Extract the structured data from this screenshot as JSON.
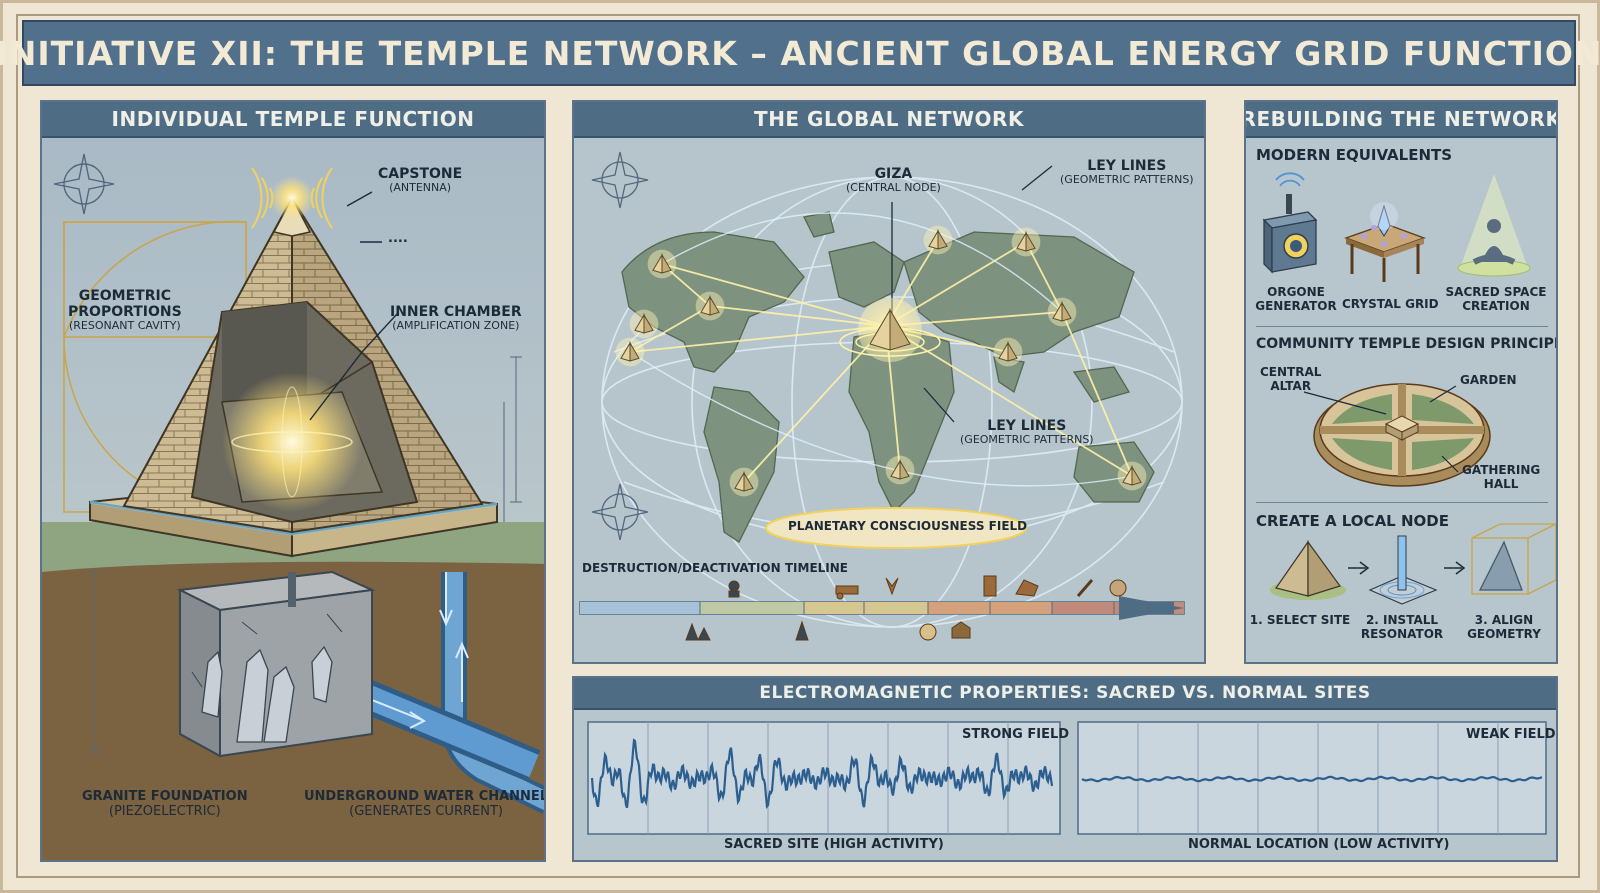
{
  "title": "INITIATIVE XII: THE TEMPLE NETWORK – ANCIENT GLOBAL ENERGY GRID FUNCTION",
  "colors": {
    "navy": "#4f6c85",
    "parchment": "#efe6d4",
    "stone": "#cdbb94",
    "glow": "#ffe28a",
    "soil": "#7b6240",
    "granite": "#9ea3a8",
    "water": "#4b95d8"
  },
  "temple_panel": {
    "heading": "INDIVIDUAL TEMPLE FUNCTION",
    "capstone": {
      "title": "CAPSTONE",
      "sub": "(ANTENNA)"
    },
    "geometric": {
      "line1": "GEOMETRIC",
      "line2": "PROPORTIONS",
      "sub": "(RESONANT CAVITY)"
    },
    "chamber": {
      "title": "INNER CHAMBER",
      "sub": "(AMPLIFICATION ZONE)"
    },
    "ellipsis": "....",
    "granite": {
      "title": "GRANITE FOUNDATION",
      "sub": "(PIEZOELECTRIC)"
    },
    "water": {
      "title": "UNDERGROUND WATER CHANNEL",
      "sub": "(GENERATES CURRENT)"
    },
    "icons": [
      "compass-rose-icon",
      "golden-spiral-icon",
      "pyramid-icon",
      "crystal-icon",
      "water-arrow-icon"
    ]
  },
  "network_panel": {
    "heading": "THE GLOBAL NETWORK",
    "giza": {
      "title": "GIZA",
      "sub": "(CENTRAL NODE)"
    },
    "ley_top": {
      "title": "LEY LINES",
      "sub": "(GEOMETRIC PATTERNS)"
    },
    "ley_mid": {
      "title": "LEY LINES",
      "sub": "(GEOMETRIC PATTERNS)"
    },
    "field": "PLANETARY CONSCIOUSNESS FIELD",
    "timeline_title": "DESTRUCTION/DEACTIVATION TIMELINE",
    "timeline_icons": [
      "ruin-icon",
      "figure-icon",
      "cart-icon",
      "fire-icon",
      "tower-icon",
      "chariot-icon",
      "guitar-icon",
      "skull-icon",
      "temple-ruin-icon",
      "idol-icon",
      "clock-icon",
      "bank-icon"
    ]
  },
  "rebuild_panel": {
    "heading": "REBUILDING THE NETWORK",
    "modern_title": "MODERN EQUIVALENTS",
    "modern_items": [
      {
        "line1": "ORGONE",
        "line2": "GENERATOR"
      },
      {
        "line1": "CRYSTAL GRID",
        "line2": ""
      },
      {
        "line1": "SACRED SPACE",
        "line2": "CREATION"
      }
    ],
    "design_title": "COMMUNITY TEMPLE DESIGN PRINCIPLES",
    "altar": {
      "line1": "CENTRAL",
      "line2": "ALTAR"
    },
    "garden": "GARDEN",
    "hall": {
      "line1": "GATHERING",
      "line2": "HALL"
    },
    "node_title": "CREATE A LOCAL NODE",
    "steps": [
      {
        "line1": "1. SELECT SITE",
        "line2": ""
      },
      {
        "line1": "2. INSTALL",
        "line2": "RESONATOR"
      },
      {
        "line1": "3. ALIGN",
        "line2": "GEOMETRY"
      }
    ]
  },
  "em_panel": {
    "heading": "ELECTROMAGNETIC PROPERTIES: SACRED VS. NORMAL SITES",
    "strong": "STRONG FIELD",
    "weak": "WEAK FIELD",
    "sacred": "SACRED SITE (HIGH ACTIVITY)",
    "normal": "NORMAL LOCATION (LOW ACTIVITY)"
  }
}
